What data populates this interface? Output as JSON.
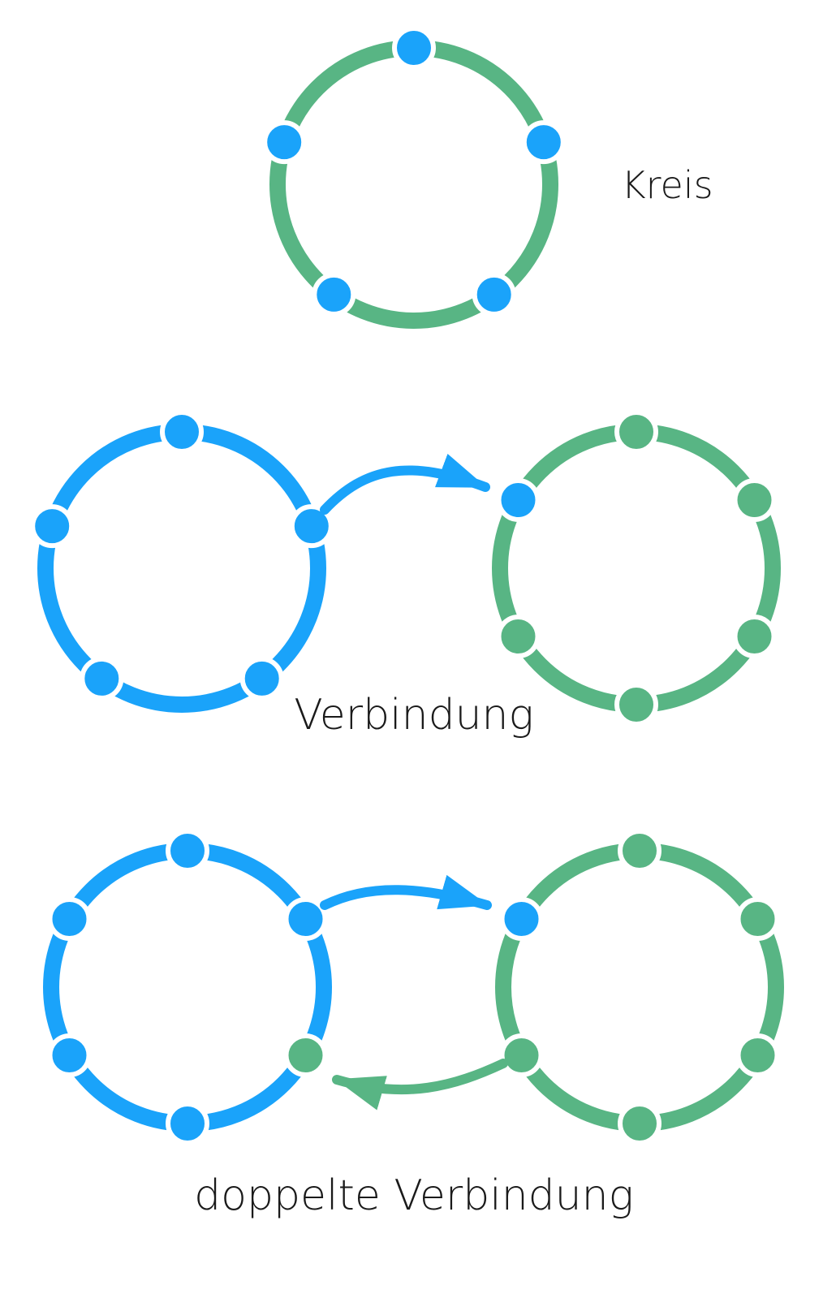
{
  "colors": {
    "blue": "#1aa3fa",
    "green": "#58b584",
    "text": "#1a1a1a",
    "background": "#ffffff"
  },
  "labels": {
    "kreis": "Kreis",
    "verbindung": "Verbindung",
    "doppelte_verbindung": "doppelte Verbindung"
  }
}
